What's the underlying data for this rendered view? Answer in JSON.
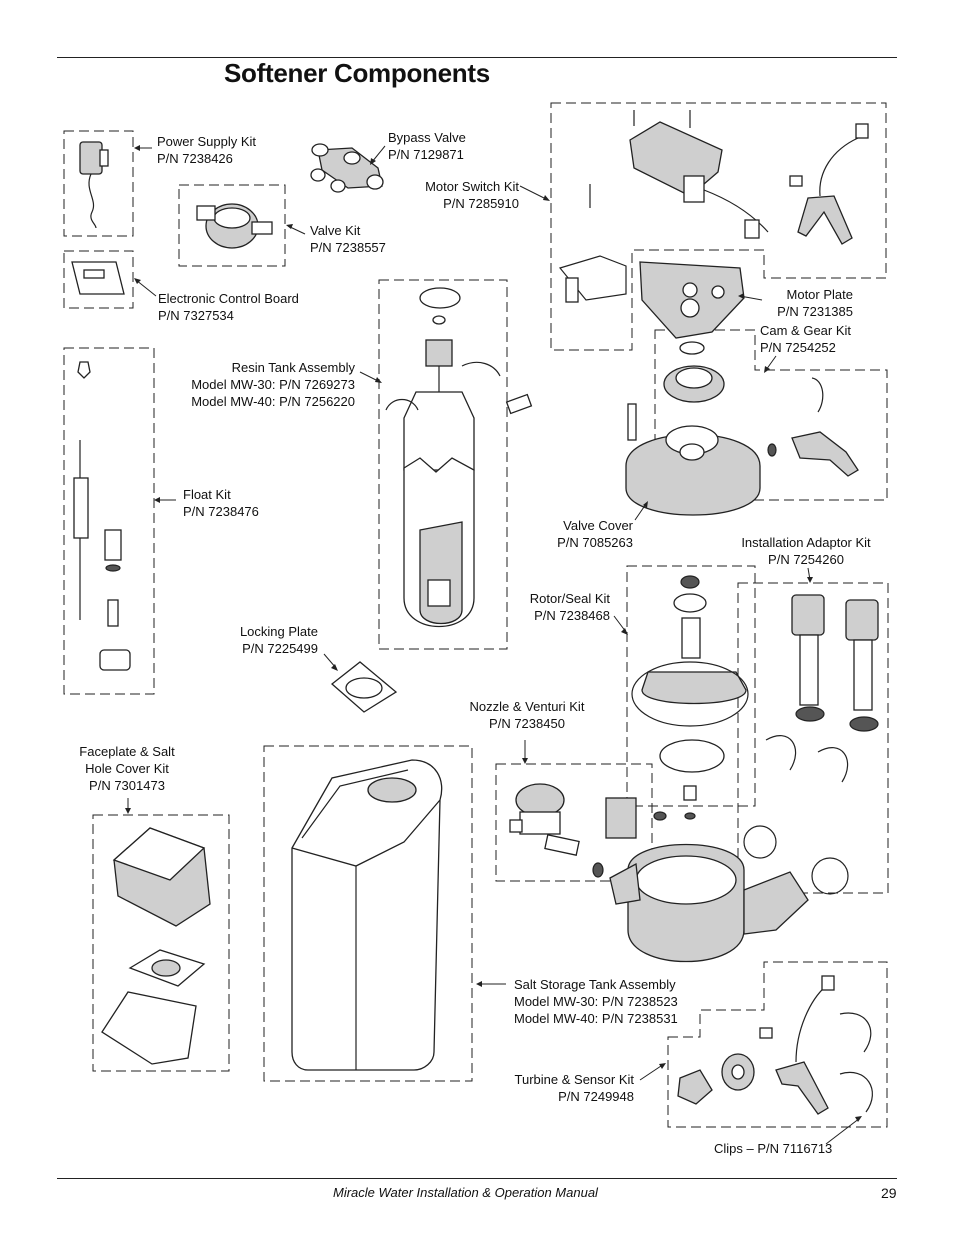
{
  "page": {
    "title": "Softener Components",
    "footer": "Miracle Water Installation & Operation Manual",
    "page_number": "29"
  },
  "labels": {
    "power_supply": {
      "name": "Power Supply Kit",
      "pn": "P/N 7238426"
    },
    "bypass_valve": {
      "name": "Bypass Valve",
      "pn": "P/N 7129871"
    },
    "motor_switch": {
      "name": "Motor Switch Kit",
      "pn": "P/N 7285910"
    },
    "valve_kit": {
      "name": "Valve Kit",
      "pn": "P/N 7238557"
    },
    "control_board": {
      "name": "Electronic Control Board",
      "pn": "P/N 7327534"
    },
    "motor_plate": {
      "name": "Motor Plate",
      "pn": "P/N 7231385"
    },
    "cam_gear": {
      "name": "Cam & Gear Kit",
      "pn": "P/N 7254252"
    },
    "resin_tank": {
      "name": "Resin Tank Assembly",
      "line1": "Model MW-30: P/N 7269273",
      "line2": "Model MW-40: P/N 7256220"
    },
    "float_kit": {
      "name": "Float Kit",
      "pn": "P/N 7238476"
    },
    "valve_cover": {
      "name": "Valve Cover",
      "pn": "P/N 7085263"
    },
    "install_adaptor": {
      "name": "Installation Adaptor Kit",
      "pn": "P/N 7254260"
    },
    "rotor_seal": {
      "name": "Rotor/Seal Kit",
      "pn": "P/N 7238468"
    },
    "locking_plate": {
      "name": "Locking Plate",
      "pn": "P/N 7225499"
    },
    "nozzle_venturi": {
      "name": "Nozzle & Venturi Kit",
      "pn": "P/N 7238450"
    },
    "faceplate": {
      "line1": "Faceplate & Salt",
      "line2": "Hole Cover Kit",
      "pn": "P/N 7301473"
    },
    "salt_tank": {
      "name": "Salt Storage Tank Assembly",
      "line1": "Model MW-30: P/N 7238523",
      "line2": "Model MW-40: P/N 7238531"
    },
    "turbine_sensor": {
      "name": "Turbine & Sensor Kit",
      "pn": "P/N 7249948"
    },
    "clips": {
      "name": "Clips – P/N 7116713"
    }
  }
}
